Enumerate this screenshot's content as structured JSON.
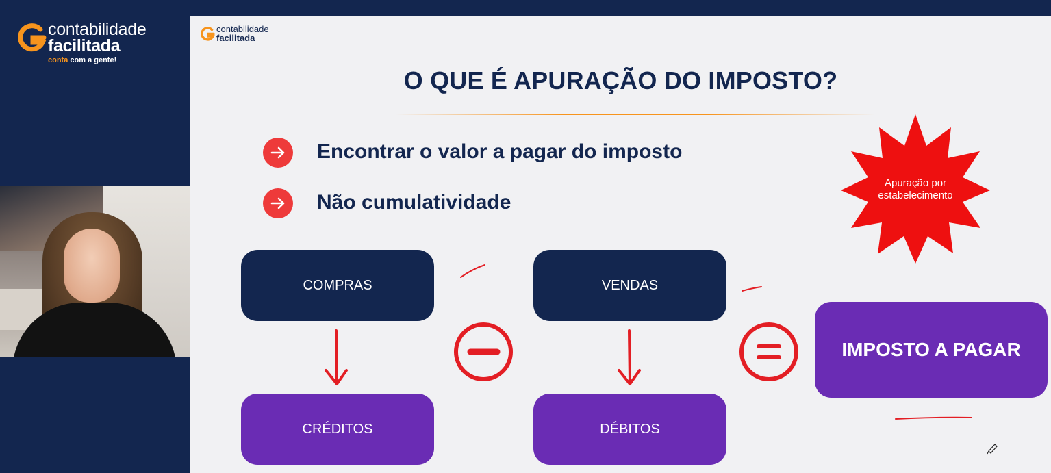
{
  "brand": {
    "name_line1": "contabilidade",
    "name_line2": "facilitada",
    "tagline_accent": "conta",
    "tagline_rest": " com a gente!",
    "colors": {
      "navy": "#13264f",
      "orange": "#f7941d"
    }
  },
  "webcam": {
    "icon": "presenter-video-feed"
  },
  "slide": {
    "logo_line1": "contabilidade",
    "logo_line2": "facilitada",
    "title": "O QUE É APURAÇÃO DO IMPOSTO?",
    "bullets": [
      {
        "icon": "arrow-right-icon",
        "text": "Encontrar o valor a  pagar do imposto"
      },
      {
        "icon": "arrow-right-icon",
        "text": "Não cumulatividade"
      }
    ],
    "burst_label": "Apuração por estabelecimento",
    "diagram": {
      "compras": "COMPRAS",
      "vendas": "VENDAS",
      "creditos": "CRÉDITOS",
      "debitos": "DÉBITOS",
      "result": "IMPOSTO A PAGAR",
      "operators": [
        "minus-icon",
        "equals-icon"
      ]
    },
    "colors": {
      "navy_box": "#13264f",
      "purple_box": "#6a2cb4",
      "annotation_red": "#e31e24",
      "bullet_red": "#ee3a3a"
    }
  }
}
